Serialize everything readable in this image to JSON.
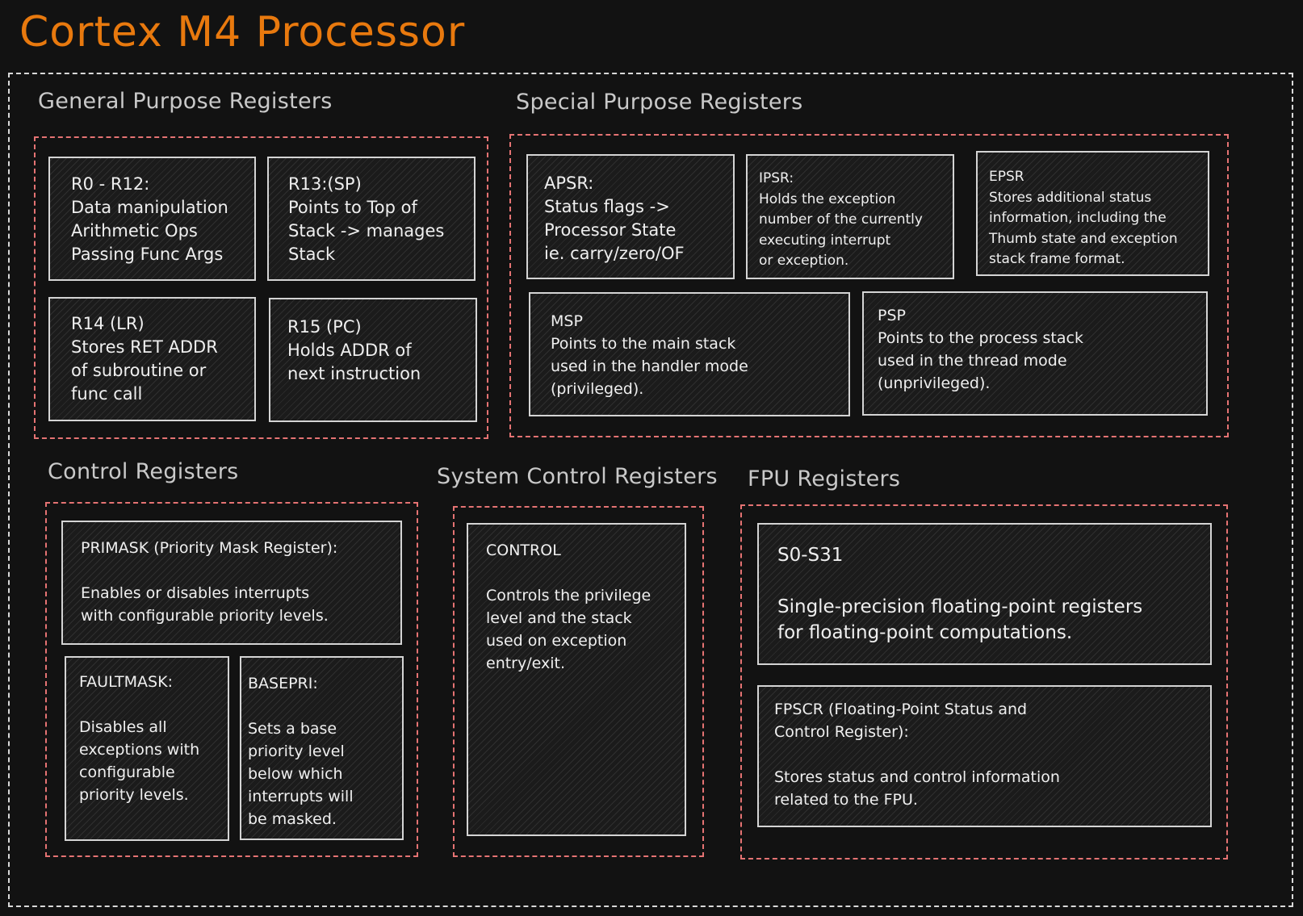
{
  "title": "Cortex M4 Processor",
  "colors": {
    "background": "#121212",
    "title": "#e8790e",
    "group_border": "#e57373",
    "outer_border": "#d9d9d9",
    "box_border": "#d4d4d4",
    "text": "#efefef"
  },
  "groups": {
    "gpr": {
      "label": "General Purpose Registers",
      "boxes": {
        "r0_r12": "R0 - R12:\nData manipulation\nArithmetic Ops\nPassing Func Args",
        "r13": "R13:(SP)\nPoints to Top of\nStack -> manages\nStack",
        "r14": "R14 (LR)\nStores RET ADDR\nof subroutine or\nfunc call",
        "r15": "R15 (PC)\nHolds ADDR of\nnext instruction"
      }
    },
    "spr": {
      "label": "Special Purpose Registers",
      "boxes": {
        "apsr": "APSR:\nStatus flags ->\nProcessor State\nie. carry/zero/OF",
        "ipsr": "IPSR:\nHolds the exception\nnumber of the currently\nexecuting interrupt\nor exception.",
        "epsr": "EPSR\nStores additional status\ninformation, including the\nThumb state and exception\nstack frame format.",
        "msp": "MSP\nPoints to the main stack\nused in the handler mode\n(privileged).",
        "psp": "PSP\nPoints to the process stack\nused in the thread mode\n(unprivileged)."
      }
    },
    "control": {
      "label": "Control Registers",
      "boxes": {
        "primask": "PRIMASK (Priority Mask Register):\n\nEnables or disables interrupts\nwith configurable priority levels.",
        "faultmask": "FAULTMASK:\n\nDisables all\nexceptions with\nconfigurable\npriority levels.",
        "basepri": "BASEPRI:\n\nSets a base\npriority level\nbelow which\ninterrupts will\nbe masked."
      }
    },
    "system_control": {
      "label": "System Control Registers",
      "boxes": {
        "control": "CONTROL\n\nControls the privilege\nlevel and the stack\nused on exception\nentry/exit."
      }
    },
    "fpu": {
      "label": "FPU Registers",
      "boxes": {
        "s0_s31": "S0-S31\n\nSingle-precision floating-point registers\nfor floating-point computations.",
        "fpscr": "FPSCR (Floating-Point Status and\nControl Register):\n\nStores status and control information\nrelated to the FPU."
      }
    }
  }
}
